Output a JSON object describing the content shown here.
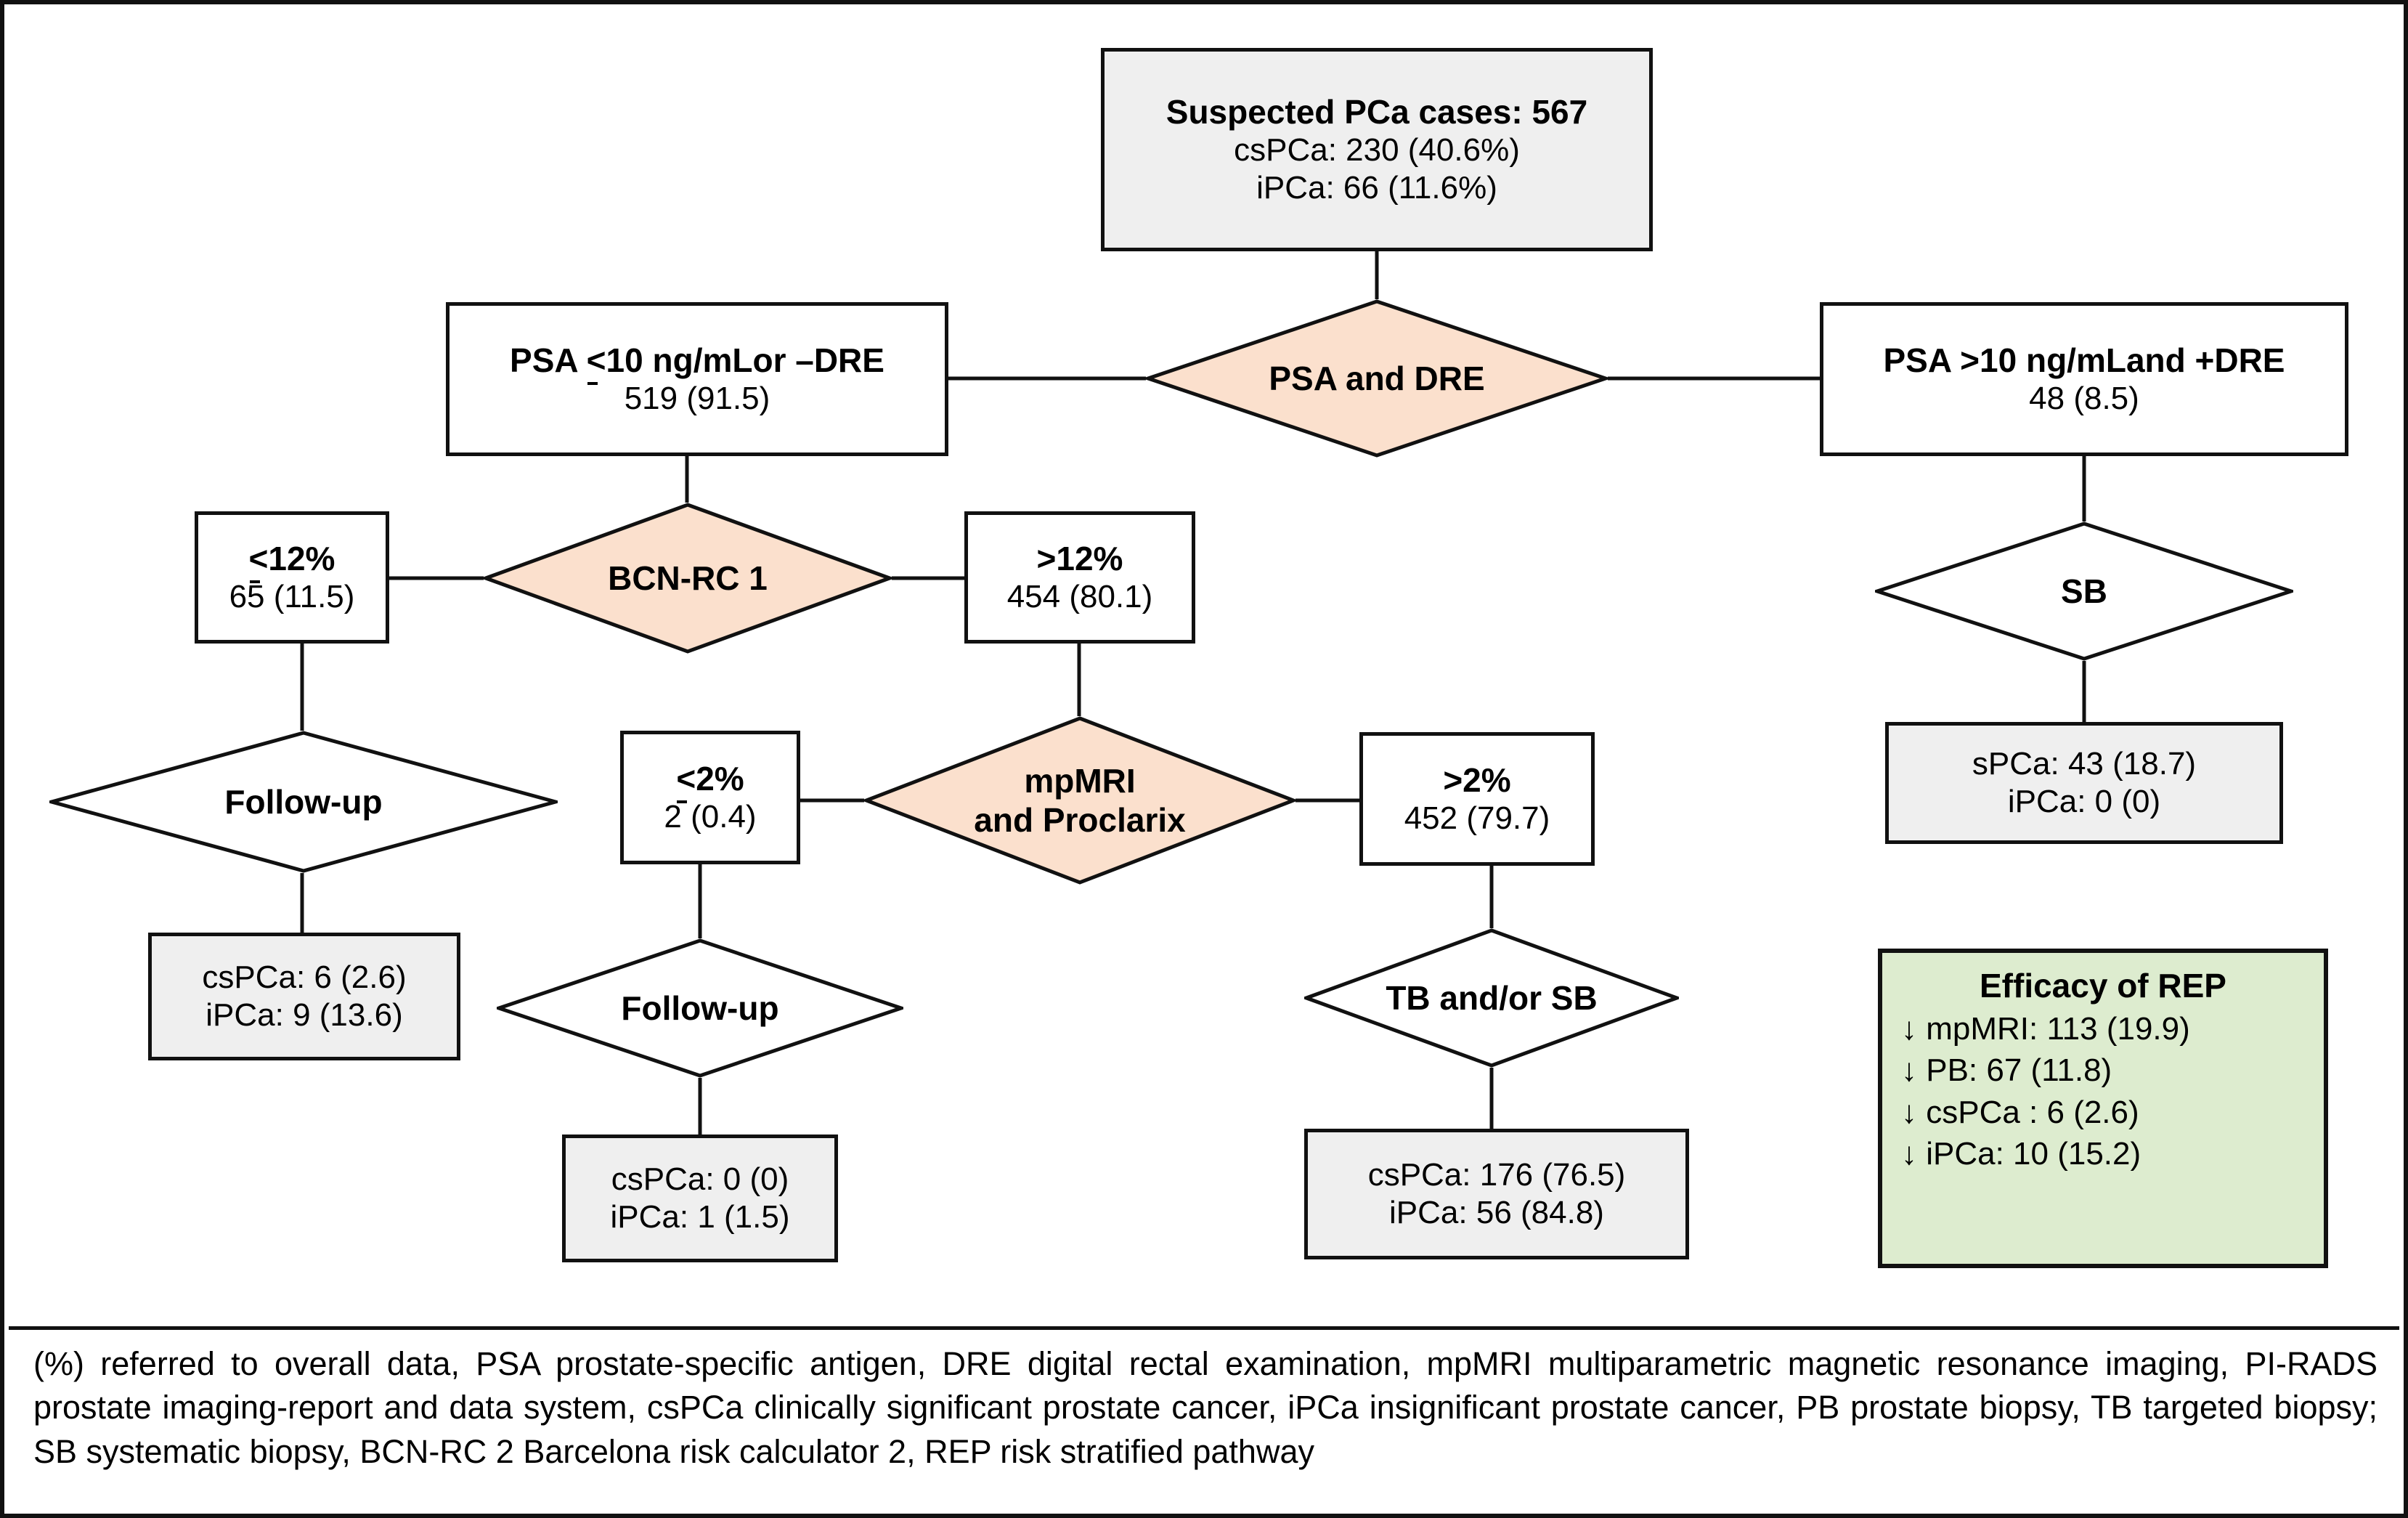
{
  "title": "Prostate cancer risk-stratified diagnostic pathway flowchart",
  "colors": {
    "diamond_fill": "#fbe0cd",
    "grey_box_fill": "#efefef",
    "green_box_fill": "#ddeccf",
    "stroke": "#111111",
    "white_box_fill": "#ffffff"
  },
  "nodes": {
    "suspected": {
      "shape": "box-grey",
      "line1": "Suspected PCa cases: 567",
      "line2": "csPCa: 230 (40.6%)",
      "line3": "iPCa: 66 (11.6%)"
    },
    "psa_dre_decision": {
      "shape": "diamond",
      "label": "PSA and DRE"
    },
    "psa_low": {
      "shape": "box",
      "line1_pre": "PSA ",
      "line1_lte": "<",
      "line1_post": "10 ng/mLor –DRE",
      "line1_full": "PSA ≤10 ng/mLor –DRE",
      "line2": "519 (91.5)"
    },
    "psa_high": {
      "shape": "box",
      "line1": "PSA >10 ng/mLand +DRE",
      "line2": "48 (8.5)"
    },
    "bcn_rc1": {
      "shape": "diamond",
      "label": "BCN-RC 1"
    },
    "risk_lte12": {
      "shape": "box",
      "line1_lte": "<",
      "line1_post": "12%",
      "line1_full": "≤12%",
      "line2": "65 (11.5)"
    },
    "risk_gt12": {
      "shape": "box",
      "line1": ">12%",
      "line2": "454 (80.1)"
    },
    "sb_decision": {
      "shape": "diamond",
      "label": "SB"
    },
    "sb_result": {
      "shape": "box-grey",
      "line1": "sPCa: 43 (18.7)",
      "line2": "iPCa: 0 (0)"
    },
    "followup_left": {
      "shape": "diamond",
      "label": "Follow-up"
    },
    "followup_left_result": {
      "shape": "box-grey",
      "line1": "csPCa: 6 (2.6)",
      "line2": "iPCa: 9 (13.6)"
    },
    "mpmri_proclarix": {
      "shape": "diamond",
      "label_line1": "mpMRI",
      "label_line2": "and Proclarix"
    },
    "risk_lte2": {
      "shape": "box",
      "line1_lte": "<",
      "line1_post": "2%",
      "line1_full": "≤2%",
      "line2": "2 (0.4)"
    },
    "risk_gt2": {
      "shape": "box",
      "line1": ">2%",
      "line2": "452 (79.7)"
    },
    "followup_mid": {
      "shape": "diamond",
      "label": "Follow-up"
    },
    "followup_mid_result": {
      "shape": "box-grey",
      "line1": "csPCa: 0 (0)",
      "line2": "iPCa: 1 (1.5)"
    },
    "tb_sb_decision": {
      "shape": "diamond",
      "label": "TB and/or SB"
    },
    "tb_sb_result": {
      "shape": "box-grey",
      "line1": "csPCa: 176 (76.5)",
      "line2": "iPCa: 56 (84.8)"
    },
    "efficacy": {
      "shape": "box-green",
      "title": "Efficacy of REP",
      "items": [
        "↓ mpMRI: 113 (19.9)",
        "↓ PB: 67 (11.8)",
        "↓ csPCa : 6 (2.6)",
        "↓ iPCa: 10 (15.2)"
      ]
    }
  },
  "footnote": "(%) referred to overall data, PSA prostate-specific antigen, DRE digital rectal examination, mpMRI multiparametric magnetic resonance imaging, PI-RADS prostate imaging-report and data system, csPCa clinically significant prostate cancer, iPCa insignificant prostate cancer, PB prostate biopsy, TB targeted biopsy; SB systematic biopsy, BCN-RC 2 Barcelona risk calculator 2, REP risk stratified pathway"
}
